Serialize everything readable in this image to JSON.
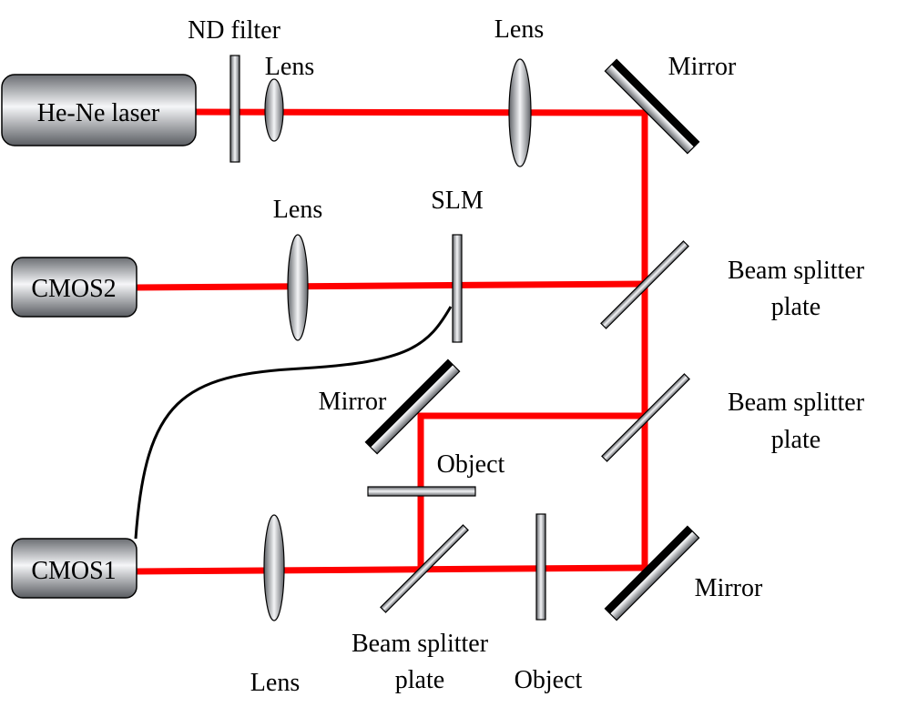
{
  "colors": {
    "beam": "#ff0000",
    "element_dark": "#6b6e73",
    "element_light": "#f2f3f5",
    "mirror_coating": "#000000",
    "cable": "#000000"
  },
  "devices": {
    "laser": "He-Ne laser",
    "cmos2": "CMOS2",
    "cmos1": "CMOS1"
  },
  "labels": {
    "nd_filter": "ND filter",
    "lens_1": "Lens",
    "lens_2": "Lens",
    "mirror_1": "Mirror",
    "lens_3": "Lens",
    "slm": "SLM",
    "bs_1_line1": "Beam splitter",
    "bs_1_line2": "plate",
    "mirror_2": "Mirror",
    "bs_2_line1": "Beam splitter",
    "bs_2_line2": "plate",
    "object_1": "Object",
    "mirror_3": "Mirror",
    "bs_3_line1": "Beam splitter",
    "bs_3_line2": "plate",
    "lens_4": "Lens",
    "object_2": "Object"
  }
}
